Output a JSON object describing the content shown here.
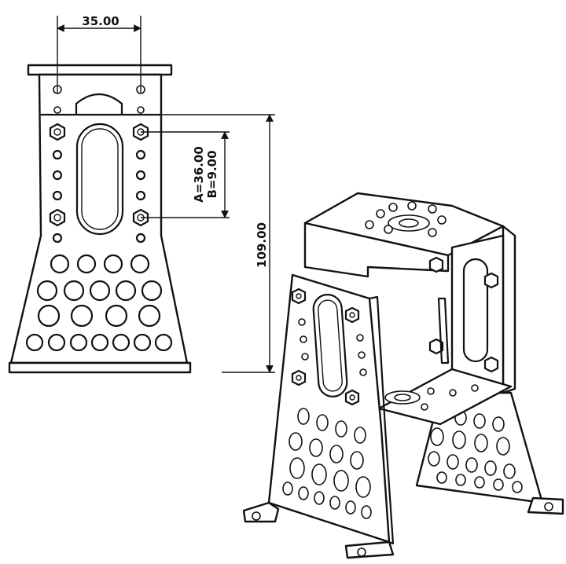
{
  "dimensions": {
    "width_label": "35.00",
    "spacing_label_a": "A=36.00",
    "spacing_label_b": "B=9.00",
    "height_label": "109.00"
  },
  "colors": {
    "line": "#111111",
    "background": "#ffffff"
  }
}
